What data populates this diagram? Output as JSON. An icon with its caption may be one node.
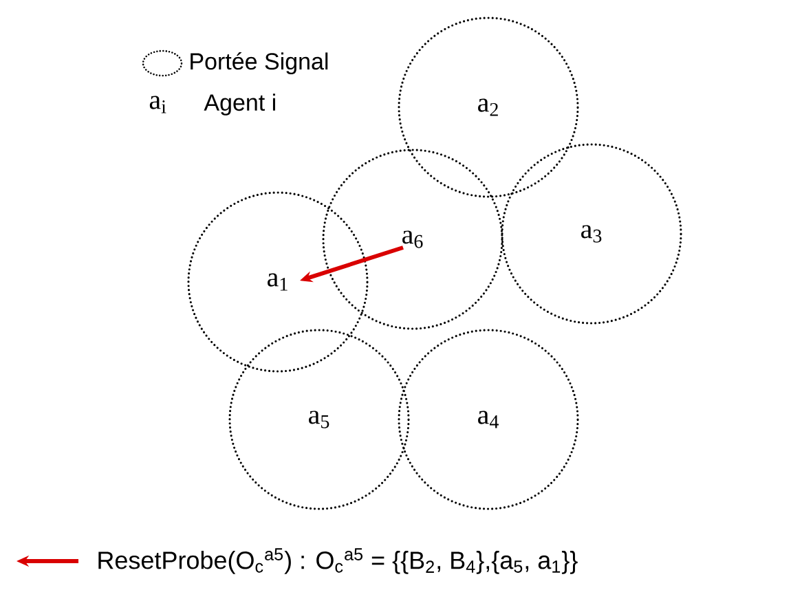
{
  "diagram": {
    "nodes": [
      {
        "text": [
          "a$_{2}$"
        ]
      },
      {
        "text": [
          "a$_{6}$"
        ]
      },
      {
        "text": [
          "a$_{3}$"
        ]
      },
      {
        "text": [
          "a$_{1}$"
        ]
      },
      {
        "text": [
          "a$_{5}$"
        ]
      },
      {
        "text": [
          "a$_{4}$"
        ]
      }
    ],
    "edges": [
      {
        "from": 1,
        "to": 3,
        "arrow": "to"
      }
    ],
    "labels": [
      "a$_{i}$"
    ],
    "legend": [
      {
        "text": "Portée Signal"
      },
      {
        "text": "Agent i"
      },
      {
        "text": "ResetProbe(O$_{c}$$^{a5}$) : O$_{c}$$^{a5}$ = {{B$_{2}$, B$_{4}$},{a$_{5}$, a$_{1}$}}"
      }
    ]
  }
}
